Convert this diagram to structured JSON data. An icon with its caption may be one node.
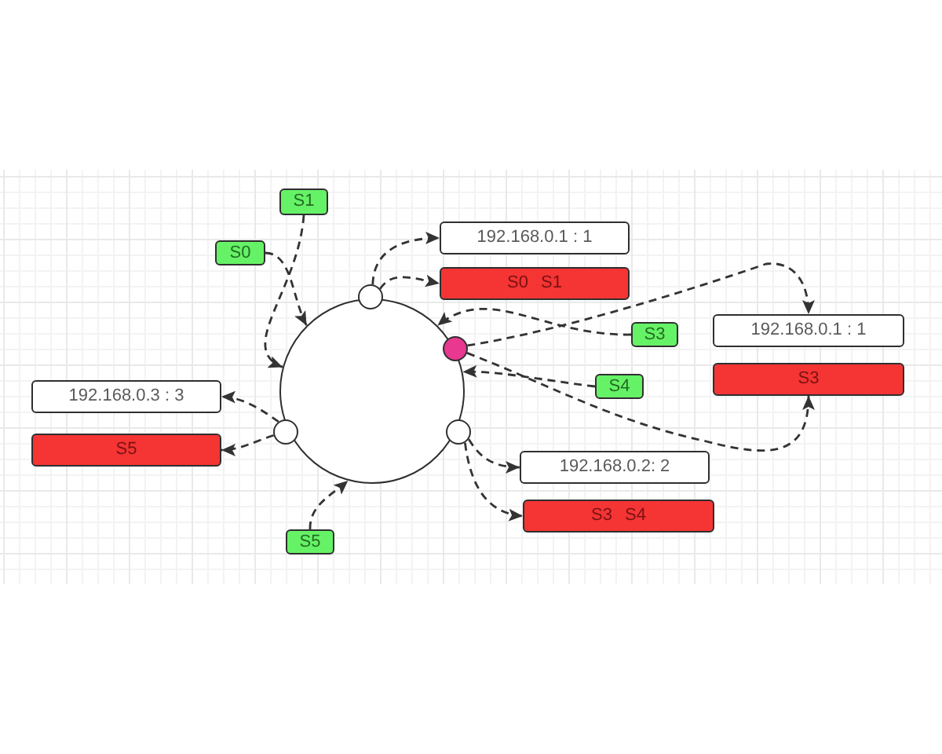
{
  "diagram": {
    "nodes": [
      {
        "text": [
          "S1"
        ]
      },
      {
        "text": [
          "S0"
        ]
      },
      {
        "text": [
          "192.168.0.1 : 1"
        ]
      },
      {
        "text": [
          "S0 S1"
        ]
      },
      {
        "text": [],
        "shape": "circle"
      },
      {
        "text": [],
        "shape": "circle"
      },
      {
        "text": [],
        "shape": "circle"
      },
      {
        "text": [
          "S3"
        ]
      },
      {
        "text": [
          "192.168.0.1 : 1"
        ]
      },
      {
        "text": [
          "S3"
        ]
      },
      {
        "text": [
          "S4"
        ]
      },
      {
        "text": [
          "192.168.0.3 : 3"
        ]
      },
      {
        "text": [
          "S5"
        ]
      },
      {
        "text": [],
        "shape": "circle"
      },
      {
        "text": [],
        "shape": "circle"
      },
      {
        "text": [
          "192.168.0.2: 2"
        ]
      },
      {
        "text": [
          "S3 S4"
        ]
      },
      {
        "text": [
          "S5"
        ]
      }
    ],
    "edges": [
      {
        "from": 0,
        "to": 4,
        "arrow": "to",
        "style": "dashed"
      },
      {
        "from": 1,
        "to": 4,
        "arrow": "to",
        "style": "dashed"
      },
      {
        "from": 5,
        "to": 2,
        "arrow": "to",
        "style": "dashed"
      },
      {
        "from": 5,
        "to": 3,
        "arrow": "to",
        "style": "dashed"
      },
      {
        "from": 7,
        "to": 4,
        "arrow": "to",
        "style": "dashed"
      },
      {
        "from": 6,
        "to": 8,
        "arrow": "to",
        "style": "dashed"
      },
      {
        "from": 6,
        "to": 9,
        "arrow": "to",
        "style": "dashed"
      },
      {
        "from": 10,
        "to": 4,
        "arrow": "to",
        "style": "dashed"
      },
      {
        "from": 13,
        "to": 11,
        "arrow": "to",
        "style": "dashed"
      },
      {
        "from": 13,
        "to": 12,
        "arrow": "to",
        "style": "dashed"
      },
      {
        "from": 17,
        "to": 4,
        "arrow": "to",
        "style": "dashed"
      },
      {
        "from": 14,
        "to": 15,
        "arrow": "to",
        "style": "dashed"
      },
      {
        "from": 14,
        "to": 16,
        "arrow": "to",
        "style": "dashed"
      }
    ]
  }
}
